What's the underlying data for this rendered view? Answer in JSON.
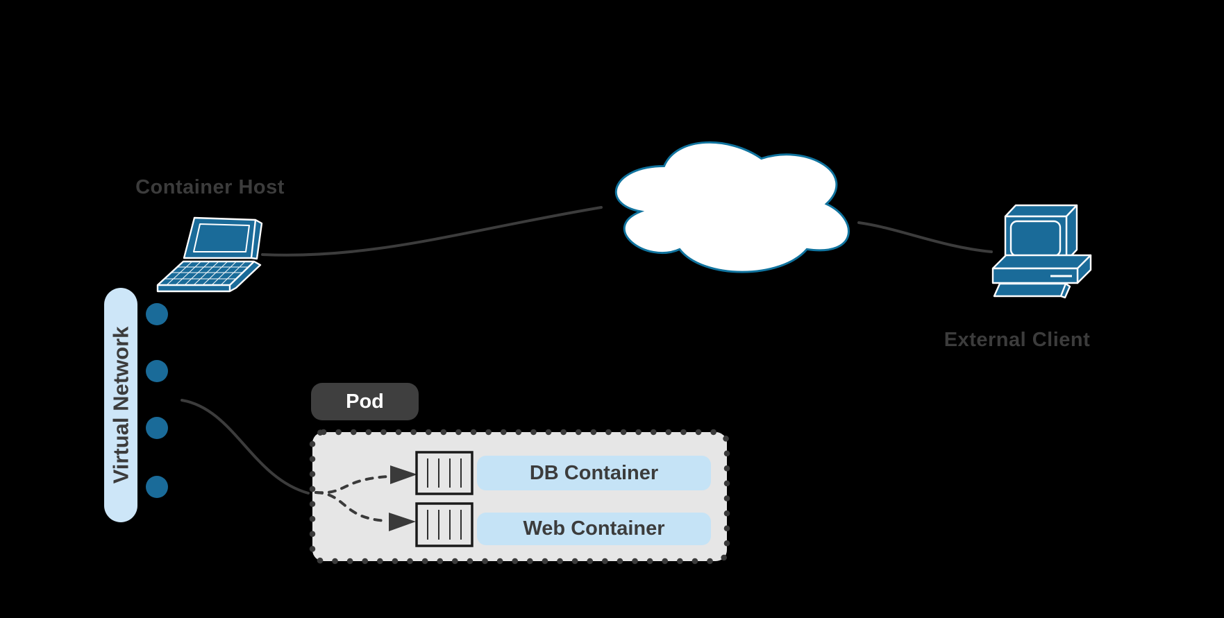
{
  "diagram": {
    "nodes": {
      "container_host": {
        "label": "Container Host"
      },
      "virtual_network": {
        "label": "Virtual Network"
      },
      "pod": {
        "label": "Pod"
      },
      "db_container": {
        "label": "DB Container"
      },
      "web_container": {
        "label": "Web Container"
      },
      "external_client": {
        "label": "External Client"
      }
    },
    "icons": {
      "container_host": "laptop-icon",
      "internet": "cloud-icon",
      "external_client": "desktop-computer-icon",
      "db_container": "container-icon",
      "web_container": "container-icon",
      "network_ports": "network-interface-dot"
    },
    "edges": [
      {
        "from": "Container Host",
        "to": "Internet cloud",
        "style": "solid-curve"
      },
      {
        "from": "Internet cloud",
        "to": "External Client",
        "style": "solid-curve"
      },
      {
        "from": "Virtual Network",
        "to": "Pod",
        "style": "solid-curve"
      },
      {
        "from": "Pod network entry",
        "to": "DB Container",
        "style": "dashed-arrow"
      },
      {
        "from": "Pod network entry",
        "to": "Web Container",
        "style": "dashed-arrow"
      }
    ],
    "colors": {
      "background": "#000000",
      "node_blue": "#1A6B99",
      "cloud_stroke": "#10739E",
      "cloud_fill": "#FFFFFF",
      "text_dark": "#3C3C3C",
      "label_light_blue": "#C5E3F6",
      "network_bar_blue": "#CDE6F8",
      "pod_fill": "#E6E6E6",
      "pod_border_dots": "#3A3A3A",
      "pod_label_bg": "#3F3F3F",
      "pod_label_text": "#FFFFFF",
      "connector": "#3C3C3C"
    },
    "port_dot_count": 4
  }
}
